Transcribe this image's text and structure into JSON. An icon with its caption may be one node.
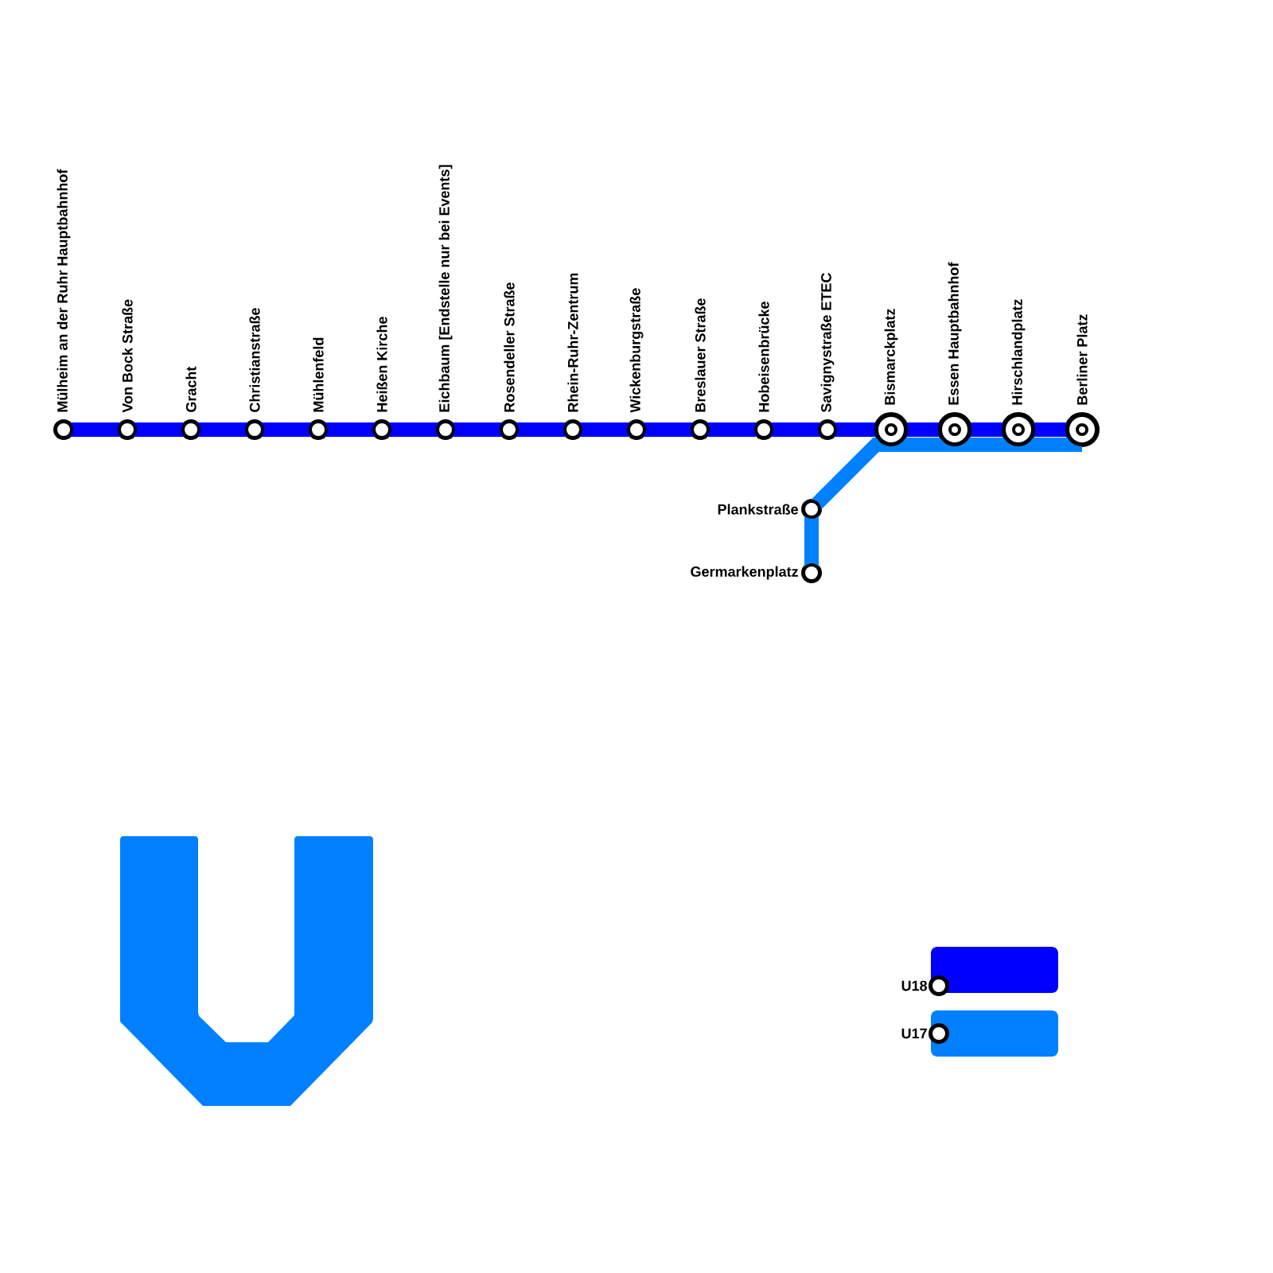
{
  "diagram": {
    "nodes": [
      {
        "text": [
          "Mülheim an der Ruhr Hauptbahnhof"
        ]
      },
      {
        "text": [
          "Von Bock Straße"
        ]
      },
      {
        "text": [
          "Gracht"
        ]
      },
      {
        "text": [
          "Christianstraße"
        ]
      },
      {
        "text": [
          "Mühlenfeld"
        ]
      },
      {
        "text": [
          "Heißen Kirche"
        ]
      },
      {
        "text": [
          "Eichbaum [Endstelle nur bei Events]"
        ]
      },
      {
        "text": [
          "Rosendeller Straße"
        ]
      },
      {
        "text": [
          "Rhein-Ruhr-Zentrum"
        ]
      },
      {
        "text": [
          "Wickenburgstraße"
        ]
      },
      {
        "text": [
          "Breslauer Straße"
        ]
      },
      {
        "text": [
          "Hobeisenbrücke"
        ]
      },
      {
        "text": [
          "Savignystraße ETEC"
        ]
      },
      {
        "text": [
          "Bismarckplatz"
        ]
      },
      {
        "text": [
          "Essen Hauptbahnhof"
        ]
      },
      {
        "text": [
          "Hirschlandplatz"
        ]
      },
      {
        "text": [
          "Berliner Platz"
        ]
      },
      {
        "text": [
          "Plankstraße"
        ]
      },
      {
        "text": [
          "Germarkenplatz"
        ]
      }
    ],
    "edges": [
      {
        "from": 0,
        "to": 1,
        "arrow": "none",
        "color": "#0000ff"
      },
      {
        "from": 1,
        "to": 2,
        "arrow": "none",
        "color": "#0000ff"
      },
      {
        "from": 2,
        "to": 3,
        "arrow": "none",
        "color": "#0000ff"
      },
      {
        "from": 3,
        "to": 4,
        "arrow": "none",
        "color": "#0000ff"
      },
      {
        "from": 4,
        "to": 5,
        "arrow": "none",
        "color": "#0000ff"
      },
      {
        "from": 5,
        "to": 6,
        "arrow": "none",
        "color": "#0000ff"
      },
      {
        "from": 6,
        "to": 7,
        "arrow": "none",
        "color": "#0000ff"
      },
      {
        "from": 7,
        "to": 8,
        "arrow": "none",
        "color": "#0000ff"
      },
      {
        "from": 8,
        "to": 9,
        "arrow": "none",
        "color": "#0000ff"
      },
      {
        "from": 9,
        "to": 10,
        "arrow": "none",
        "color": "#0000ff"
      },
      {
        "from": 10,
        "to": 11,
        "arrow": "none",
        "color": "#0000ff"
      },
      {
        "from": 11,
        "to": 12,
        "arrow": "none",
        "color": "#0000ff"
      },
      {
        "from": 12,
        "to": 13,
        "arrow": "none",
        "color": "#0000ff"
      },
      {
        "from": 13,
        "to": 14,
        "arrow": "none",
        "color": "#0000ff"
      },
      {
        "from": 14,
        "to": 15,
        "arrow": "none",
        "color": "#0000ff"
      },
      {
        "from": 15,
        "to": 16,
        "arrow": "none",
        "color": "#0000ff"
      },
      {
        "from": 18,
        "to": 17,
        "arrow": "none",
        "color": "#0080ff"
      },
      {
        "from": 17,
        "to": 13,
        "arrow": "none",
        "color": "#0080ff"
      },
      {
        "from": 13,
        "to": 14,
        "arrow": "none",
        "color": "#0080ff"
      },
      {
        "from": 14,
        "to": 15,
        "arrow": "none",
        "color": "#0080ff"
      },
      {
        "from": 15,
        "to": 16,
        "arrow": "none",
        "color": "#0080ff"
      }
    ],
    "legend": [
      {
        "text": "U18",
        "color": "#0000ff"
      },
      {
        "text": "U17",
        "color": "#0080ff"
      }
    ]
  }
}
